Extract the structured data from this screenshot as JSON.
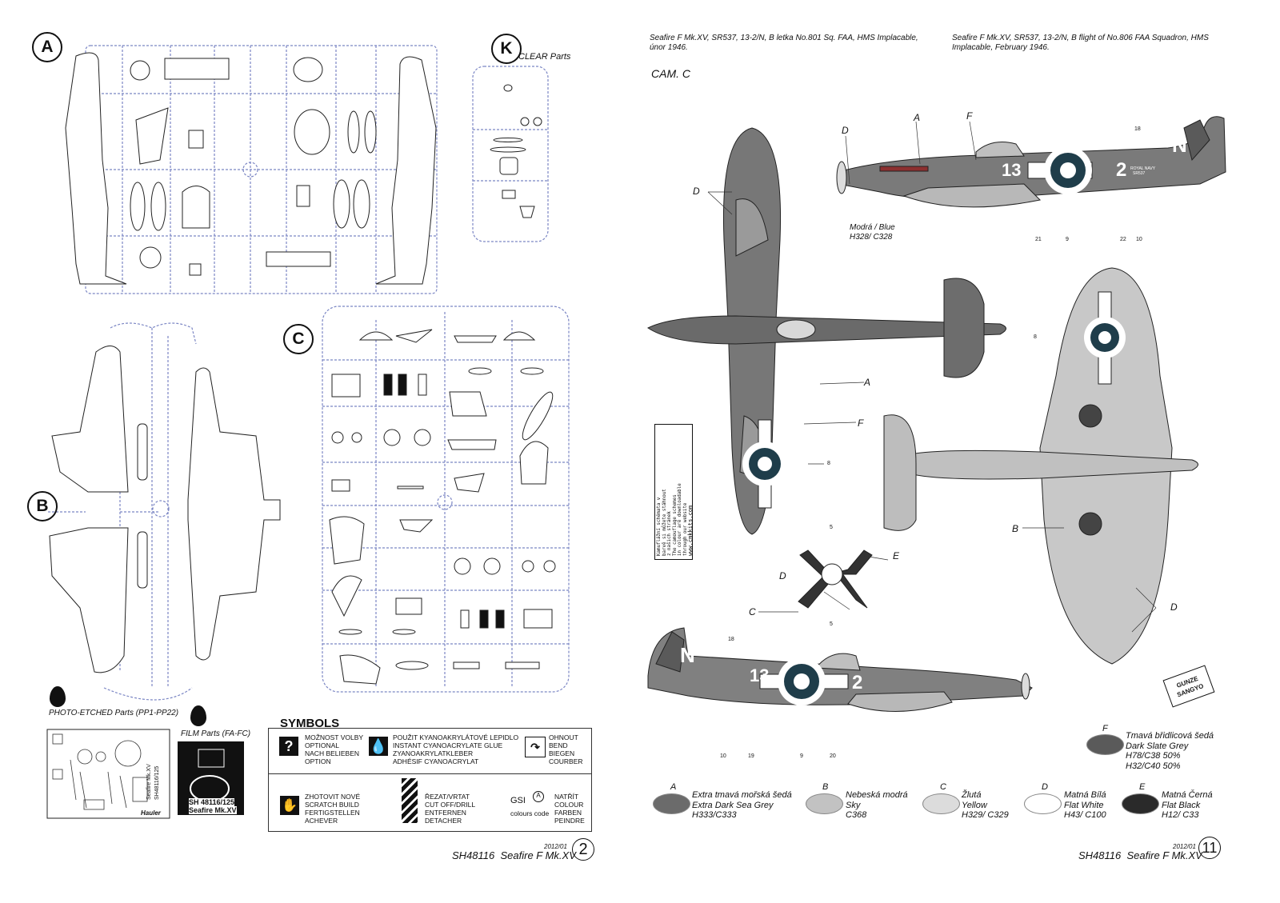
{
  "left_page": {
    "sprue_labels": {
      "a": "A",
      "k": "K",
      "b": "B",
      "c": "C"
    },
    "k_caption": "CLEAR Parts",
    "photo_etched": {
      "title": "PHOTO-ETCHED Parts (PP1-PP22)",
      "fret_text_1": "Seafire Mk.XV",
      "fret_text_2": "SH48116/125",
      "brand": "Hauler"
    },
    "film": {
      "title": "FILM Parts (FA-FC)",
      "code": "SH 48116/125",
      "name": "Seafire Mk.XV"
    },
    "symbols": {
      "title": "SYMBOLS",
      "optional": [
        "MOŽNOST VOLBY",
        "OPTIONAL",
        "NACH BELIEBEN",
        "OPTION"
      ],
      "glue": [
        "POUŽIT KYANOAKRYLÁTOVÉ LEPIDLO",
        "INSTANT CYANOACRYLATE GLUE",
        "ZYANOAKRYLATKLEBER",
        "ADHÉSIF CYANOACRYLAT"
      ],
      "bend": [
        "OHNOUT",
        "BEND",
        "BIEGEN",
        "COURBER"
      ],
      "scratch": [
        "ZHOTOVIT NOVÉ",
        "SCRATCH BUILD",
        "FERTIGSTELLEN",
        "ACHEVER"
      ],
      "cut": [
        "ŘEZAT/VRTAT",
        "CUT OFF/DRILL",
        "ENTFERNEN",
        "DETACHER"
      ],
      "gsi": "GSI",
      "gsi_caption": "colours code",
      "paint": [
        "NATŘÍT",
        "COLOUR",
        "FARBEN",
        "PEINDRE"
      ],
      "optional_icon": "?"
    },
    "footer": {
      "year": "2012/01",
      "code": "SH48116",
      "title": "Seafire F Mk.XV",
      "page": "2"
    }
  },
  "right_page": {
    "caption_cz": "Seafire F Mk.XV, SR537, 13-2/N, B letka No.801 Sq. FAA, HMS Implacable, únor 1946.",
    "caption_en": "Seafire F Mk.XV, SR537, 13-2/N, B flight of  No.806 FAA Squadron, HMS Implacable, February 1946.",
    "cam": "CAM. C",
    "callouts": {
      "A": "A",
      "B": "B",
      "C": "C",
      "D": "D",
      "E": "E",
      "F": "F"
    },
    "blue_note": [
      "Modrá / Blue",
      "H328/ C328"
    ],
    "markings": {
      "code_13": "13",
      "code_2": "2",
      "code_N": "N",
      "royal_navy": "ROYAL NAVY",
      "serial": "SR537"
    },
    "numbers": {
      "n18": "18",
      "n21": "21",
      "n9": "9",
      "n22": "22",
      "n10": "10",
      "n8": "8",
      "n5": "5",
      "n19": "19",
      "n20": "20"
    },
    "web_note": [
      "Kamuflážní schémata v",
      "barvě si můžete stáhnout",
      "z našich stránek",
      "The camouflage schemes",
      "in colour are downloadable",
      "through our website",
      "www.cmkkits.com"
    ],
    "gunze_brand": "GUNZE SANGYO",
    "legend": [
      {
        "letter": "A",
        "lines": [
          "Extra tmavá mořská šedá",
          "Extra Dark Sea Grey",
          "H333/C333"
        ],
        "color": "#6b6b6b"
      },
      {
        "letter": "B",
        "lines": [
          "Nebeská modrá",
          "Sky",
          "C368"
        ],
        "color": "#c2c2c2"
      },
      {
        "letter": "C",
        "lines": [
          "Žlutá",
          "Yellow",
          "H329/ C329"
        ],
        "color": "#dcdcdc"
      },
      {
        "letter": "D",
        "lines": [
          "Matná Bílá",
          "Flat White",
          "H43/ C100"
        ],
        "color": "#ffffff"
      },
      {
        "letter": "E",
        "lines": [
          "Matná Černá",
          "Flat Black",
          "H12/ C33"
        ],
        "color": "#2a2a2a"
      },
      {
        "letter": "F",
        "lines": [
          "Tmavá břidlicová šedá",
          "Dark Slate Grey",
          "H78/C38 50%",
          "H32/C40 50%"
        ],
        "color": "#5a5a5a"
      }
    ],
    "footer": {
      "year": "2012/01",
      "code": "SH48116",
      "title": "Seafire F Mk.XV",
      "page": "11"
    }
  },
  "colors": {
    "roundel_blue": "#1f3d4a",
    "sprue_line": "#7b86c4",
    "camo_dark": "#4f4f4f",
    "camo_mid": "#808080",
    "sky": "#c8c8c8"
  }
}
